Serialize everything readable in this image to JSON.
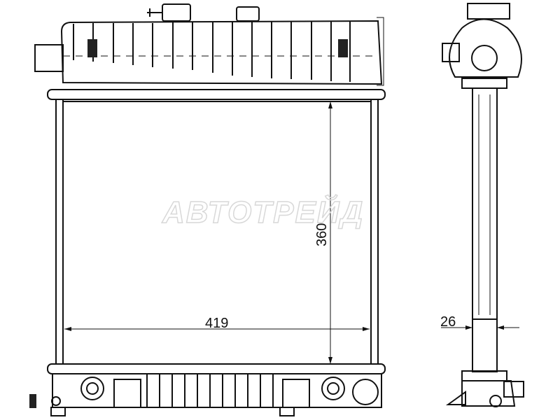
{
  "drawing": {
    "subject": "radiator",
    "watermark": "АВТОТРЕЙД",
    "dimensions": {
      "width_label": "419",
      "height_label": "360",
      "depth_label": "26"
    },
    "views": [
      "front-view",
      "side-view"
    ]
  }
}
